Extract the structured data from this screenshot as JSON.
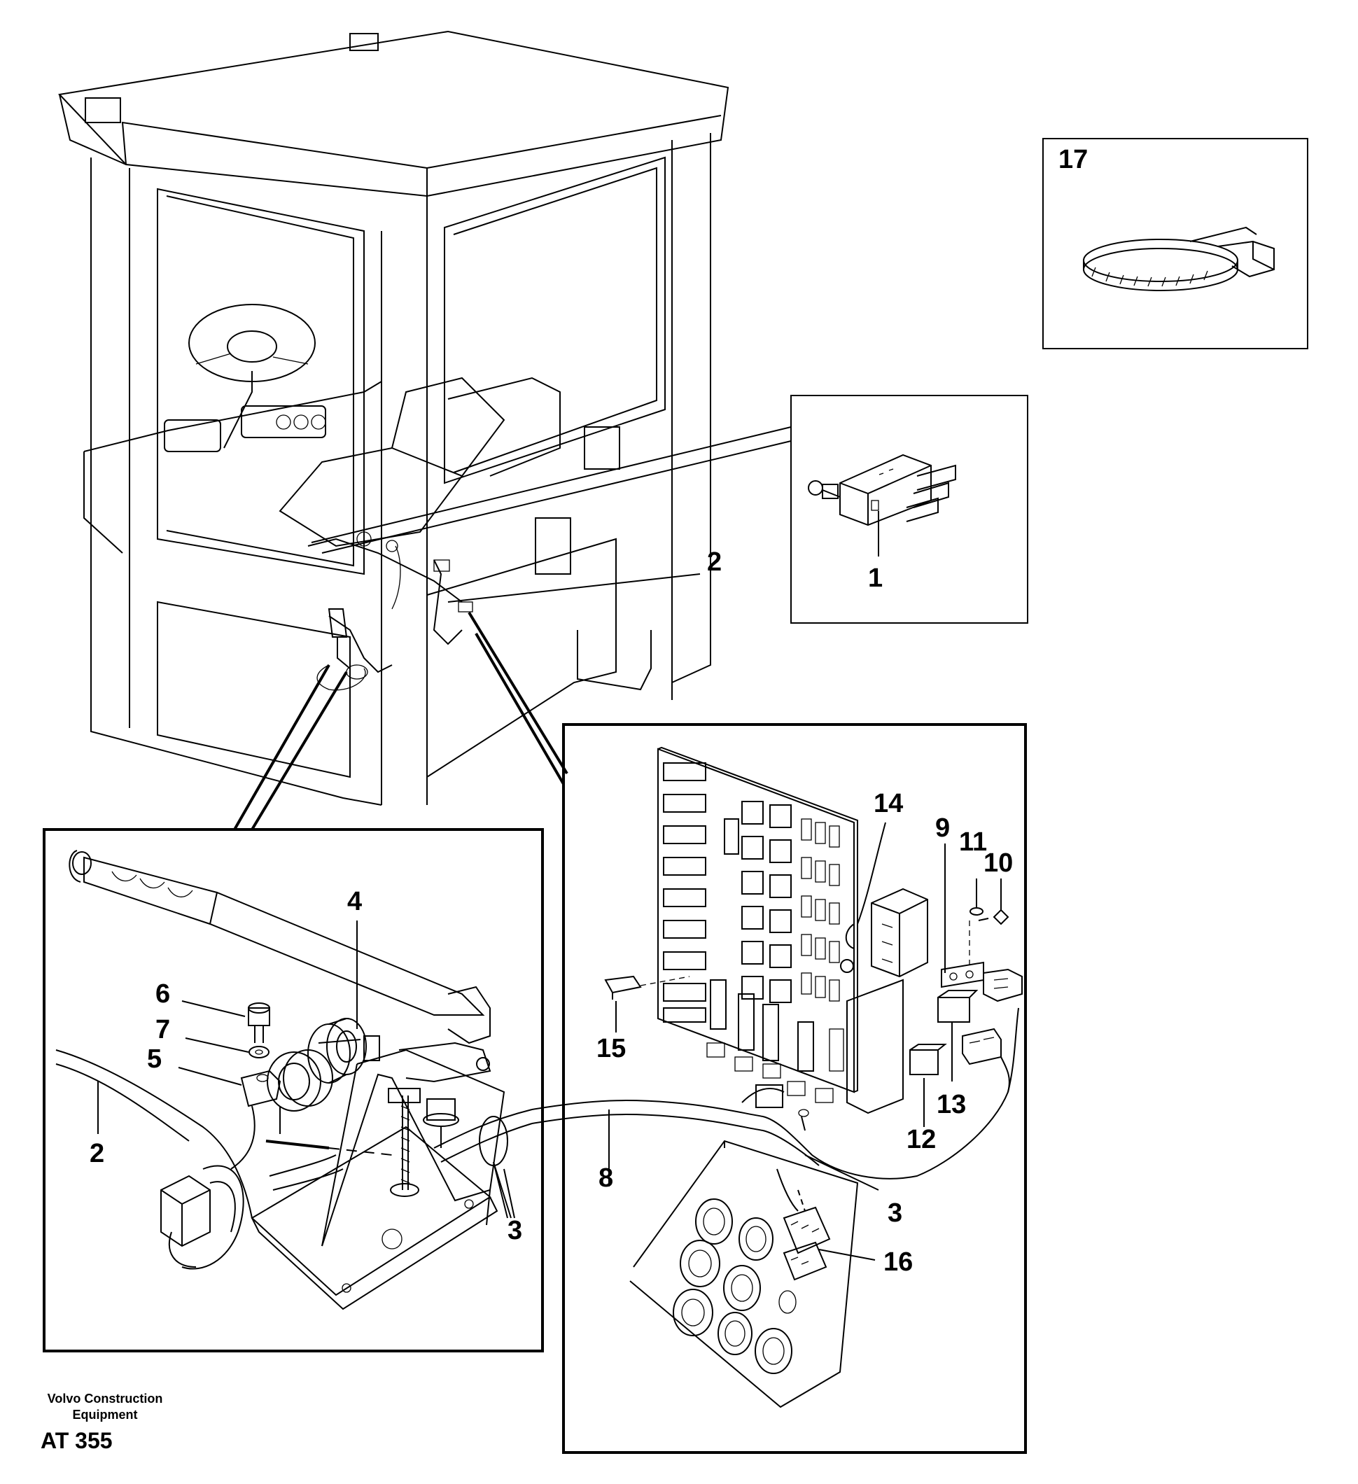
{
  "callouts": {
    "c1": "1",
    "c2a": "2",
    "c2b": "2",
    "c3a": "3",
    "c3b": "3",
    "c4": "4",
    "c5": "5",
    "c6": "6",
    "c7": "7",
    "c8": "8",
    "c9": "9",
    "c10": "10",
    "c11": "11",
    "c12": "12",
    "c13": "13",
    "c14": "14",
    "c15": "15",
    "c16": "16",
    "c17": "17"
  },
  "footer": {
    "maker_line1": "Volvo Construction",
    "maker_line2": "Equipment",
    "doc_code": "AT 355"
  }
}
